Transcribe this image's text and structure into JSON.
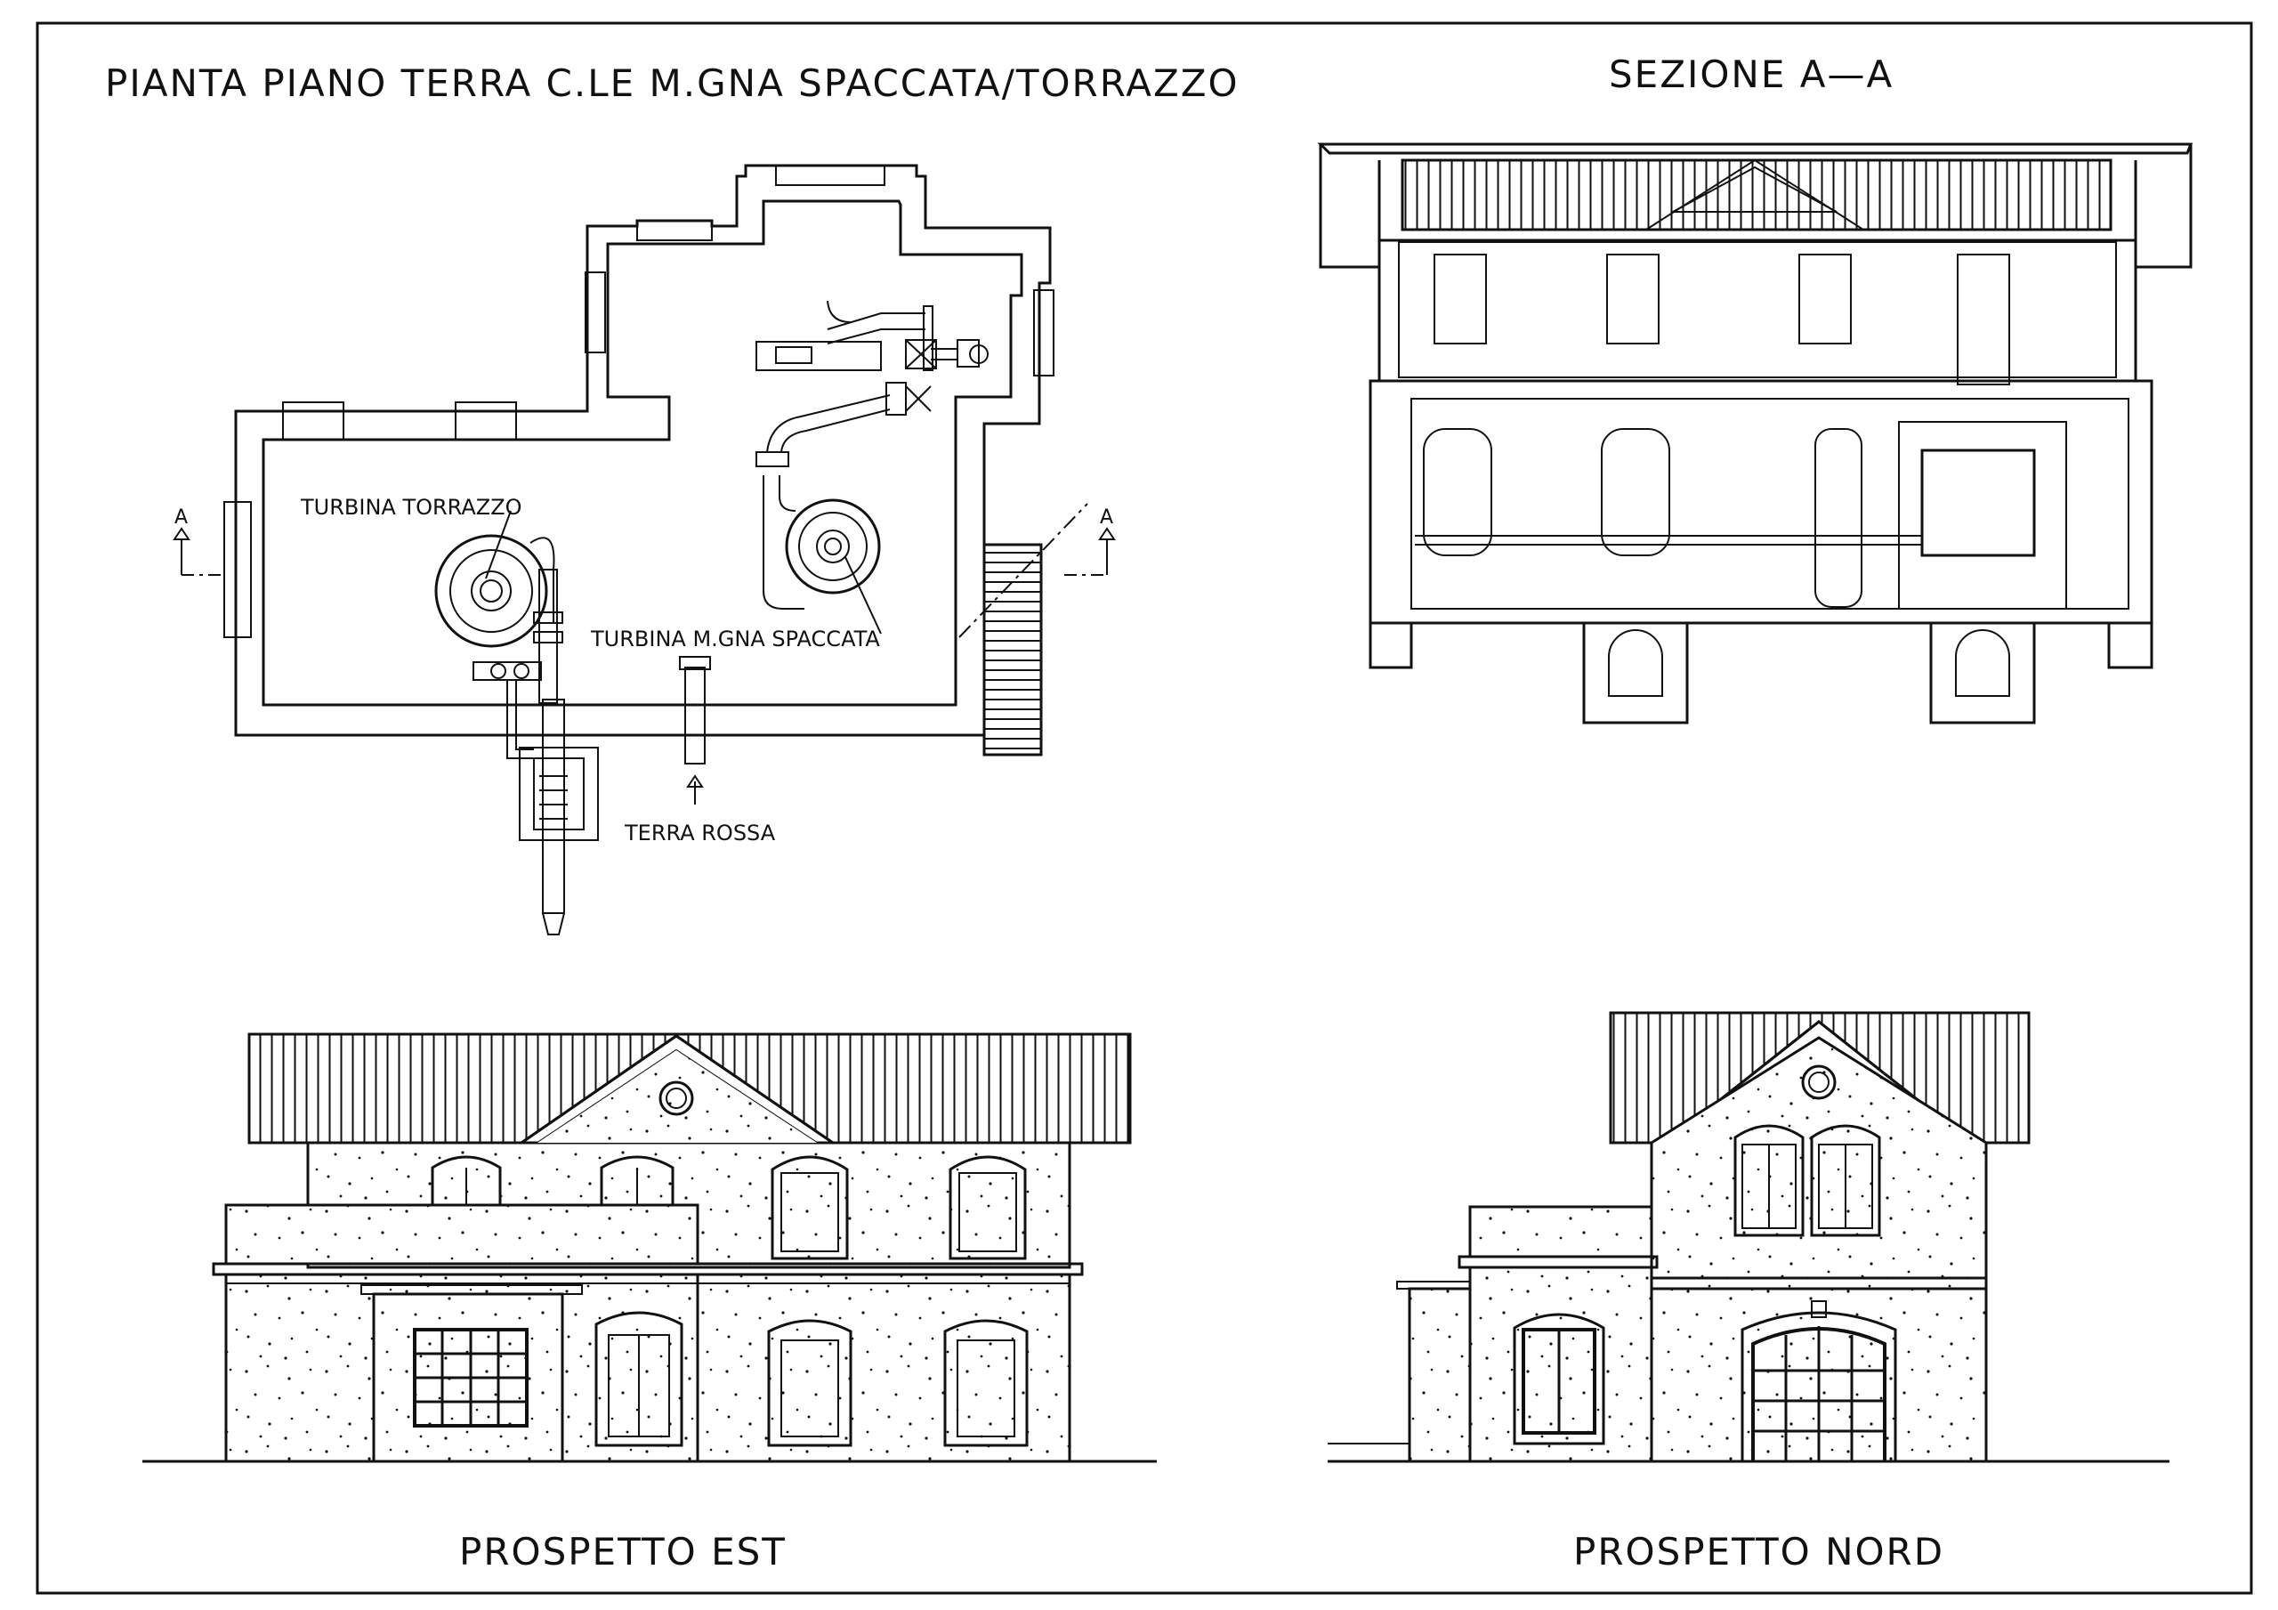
{
  "sheet": {
    "plan_title": "PIANTA PIANO TERRA C.LE M.GNA SPACCATA/TORRAZZO",
    "section_title": "SEZIONE A—A",
    "east_title": "PROSPETTO EST",
    "north_title": "PROSPETTO NORD"
  },
  "plan": {
    "label_turbina_torrazzo": "TURBINA TORRAZZO",
    "label_turbina_spaccata": "TURBINA M.GNA SPACCATA",
    "label_terra_rossa": "TERRA ROSSA",
    "section_mark_left": "A",
    "section_mark_right": "A"
  },
  "colors": {
    "ink": "#111111",
    "paper": "#ffffff"
  }
}
